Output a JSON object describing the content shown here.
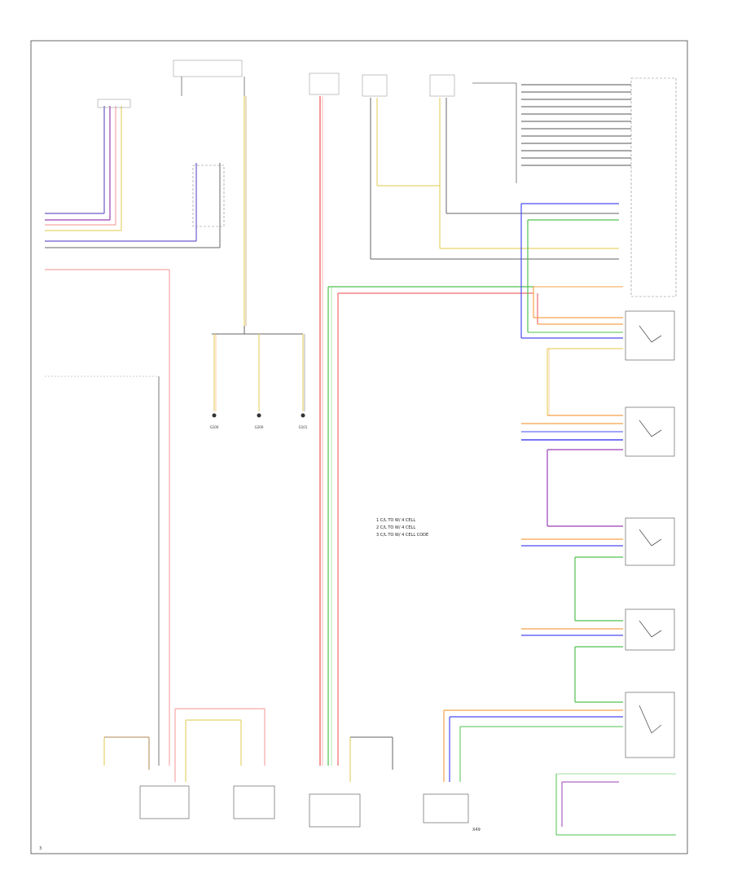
{
  "diagram": {
    "page_number": "3",
    "colors": {
      "violet": "#6a5acd",
      "purple": "#9b3fb5",
      "brown": "#b28a50",
      "yellow": "#e6d36a",
      "red": "#f06a6a",
      "pink": "#f6a6a6",
      "orange": "#f6a24a",
      "green": "#4fc24f",
      "blue": "#4a4af0",
      "gray": "#666666",
      "lightgreen": "#9ee09e"
    },
    "legend": [
      "1  C/L TO W/ 4 CELL",
      "2  C/L TO W/ 4 CELL",
      "3  C/L TO W/ 4 CELL CODE"
    ],
    "ground_labels": [
      "G100",
      "G200",
      "G101"
    ],
    "connector_code": "X49"
  }
}
